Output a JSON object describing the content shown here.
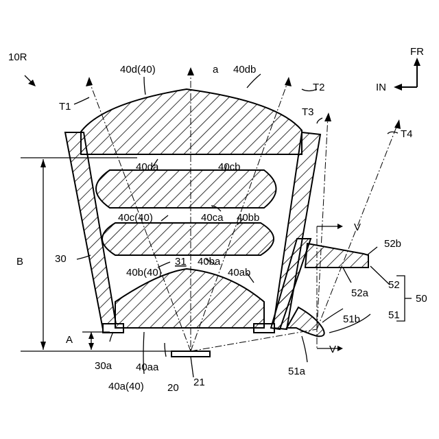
{
  "figure": {
    "ref_10R": "10R",
    "orientation": {
      "fr": "FR",
      "in": "IN"
    },
    "lens_top": {
      "main": "40d(40)",
      "top_surface": "40db",
      "bottom_surface": "40da"
    },
    "axis_a": "a",
    "rays": {
      "t1": "T1",
      "t2": "T2",
      "t3": "T3",
      "t4": "T4"
    },
    "lens_c": {
      "main": "40c(40)",
      "top_surface": "40cb",
      "bottom_surface": "40ca",
      "right_surface": "40bb"
    },
    "lens_b": {
      "main": "40b(40)",
      "bottom_surface": "40ba",
      "lower_surface": "40ab",
      "chamber": "31"
    },
    "lens_a": {
      "main": "40a(40)",
      "bottom_surface": "40aa"
    },
    "holder": {
      "label": "30",
      "foot": "30a"
    },
    "dimensions": {
      "b": "B",
      "a": "A"
    },
    "section": {
      "upper": "V",
      "lower": "V"
    },
    "light_source": {
      "assembly": "20",
      "chip": "21"
    },
    "reflector": {
      "group": "50",
      "part_51": "51",
      "part_51a": "51a",
      "part_51b": "51b",
      "part_52": "52",
      "part_52a": "52a",
      "part_52b": "52b"
    }
  }
}
